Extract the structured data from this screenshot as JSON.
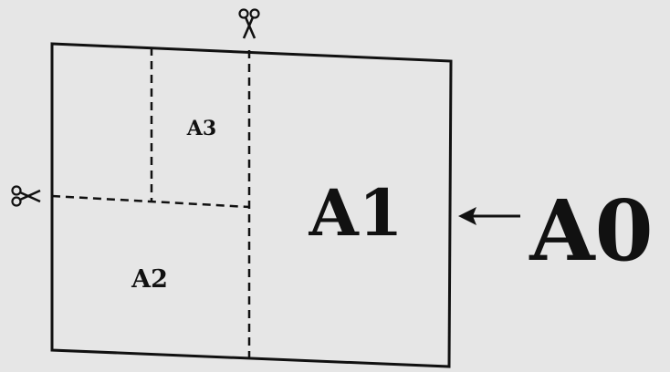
{
  "diagram": {
    "labels": {
      "a1": "A1",
      "a2": "A2",
      "a3": "A3",
      "a0": "A0"
    },
    "icons": {
      "scissors_top": "scissors-icon",
      "scissors_left": "scissors-icon",
      "arrow": "arrow-left-icon"
    },
    "colors": {
      "background": "#e6e6e6",
      "ink": "#111111"
    }
  }
}
